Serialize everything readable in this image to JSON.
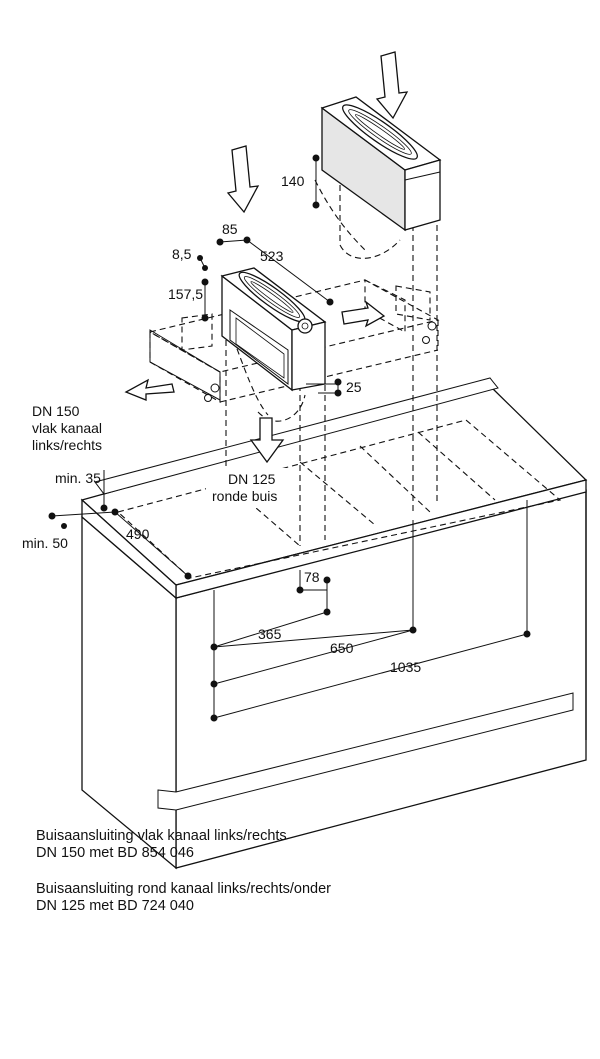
{
  "labels": {
    "dn150": [
      "DN 150",
      "vlak kanaal",
      "links/rechts"
    ],
    "dn125": [
      "DN 125",
      "ronde buis"
    ]
  },
  "dimensions": {
    "d140": "140",
    "d85": "85",
    "d8_5": "8,5",
    "d523": "523",
    "d157_5": "157,5",
    "d25": "25",
    "min35": "min. 35",
    "min50": "min. 50",
    "d490": "490",
    "d78": "78",
    "d365": "365",
    "d650": "650",
    "d1035": "1035"
  },
  "captions": {
    "flat": [
      "Buisaansluiting vlak kanaal links/rechts",
      "DN 150 met BD 854 046"
    ],
    "round": [
      "Buisaansluiting rond kanaal links/rechts/onder",
      "DN 125 met BD 724 040"
    ]
  }
}
